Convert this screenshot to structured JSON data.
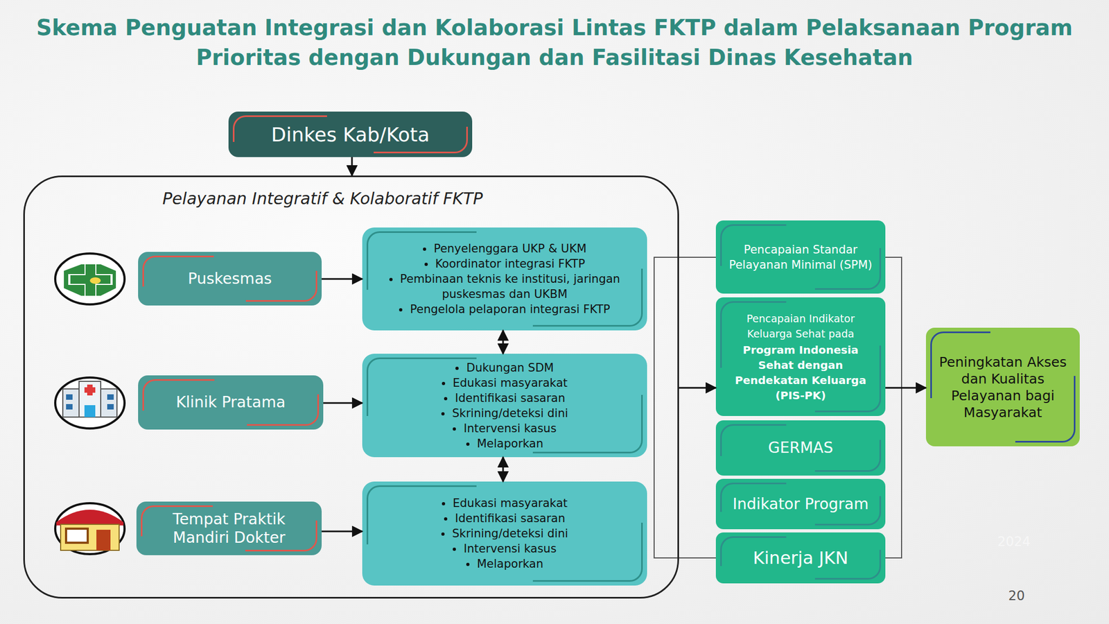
{
  "diagram": {
    "title": "Skema Penguatan Integrasi dan Kolaborasi Lintas FKTP dalam Pelaksanaan Program Prioritas dengan Dukungan dan Fasilitasi Dinas Kesehatan",
    "nodes": [
      {
        "text": [
          "Dinkes Kab/Kota"
        ]
      },
      {
        "text": [
          "Pelayanan Integratif & Kolaboratif FKTP"
        ]
      },
      {
        "text": [
          "Puskesmas"
        ],
        "in": 1
      },
      {
        "text": [
          "Penyelenggara UKP & UKM",
          "Koordinator integrasi FKTP",
          "Pembinaan teknis ke institusi, jaringan puskesmas dan UKBM",
          "Pengelola pelaporan integrasi FKTP"
        ],
        "in": 1
      },
      {
        "text": [
          "Klinik Pratama"
        ],
        "in": 1
      },
      {
        "text": [
          "Dukungan SDM",
          "Edukasi masyarakat",
          "Identifikasi sasaran",
          "Skrining/deteksi dini",
          "Intervensi kasus",
          "Melaporkan"
        ],
        "in": 1
      },
      {
        "text": [
          "Tempat Praktik Mandiri Dokter"
        ],
        "in": 1
      },
      {
        "text": [
          "Edukasi masyarakat",
          "Identifikasi sasaran",
          "Skrining/deteksi dini",
          "Intervensi kasus",
          "Melaporkan"
        ],
        "in": 1
      },
      {
        "text": [
          "Pencapaian Standar Pelayanan Minimal (SPM)"
        ]
      },
      {
        "text": [
          "Pencapaian Indikator Keluarga Sehat pada",
          "Program Indonesia Sehat dengan Pendekatan Keluarga (PIS-PK)"
        ]
      },
      {
        "text": [
          "GERMAS"
        ]
      },
      {
        "text": [
          "Indikator Program"
        ]
      },
      {
        "text": [
          "Kinerja JKN"
        ]
      },
      {
        "text": [
          "Peningkatan Akses dan Kualitas Pelayanan bagi Masyarakat"
        ]
      }
    ],
    "edges": [
      {
        "from": 0,
        "to": 1,
        "arrow": "to"
      },
      {
        "from": 2,
        "to": 3,
        "arrow": "to"
      },
      {
        "from": 4,
        "to": 5,
        "arrow": "to"
      },
      {
        "from": 6,
        "to": 7,
        "arrow": "to"
      },
      {
        "from": 3,
        "to": 5,
        "arrow": "both"
      },
      {
        "from": 5,
        "to": 7,
        "arrow": "both"
      },
      {
        "from": 1,
        "to": 9,
        "arrow": "to"
      },
      {
        "from": 9,
        "to": 13,
        "arrow": "to"
      }
    ],
    "labels": [
      "20",
      "2024"
    ]
  }
}
